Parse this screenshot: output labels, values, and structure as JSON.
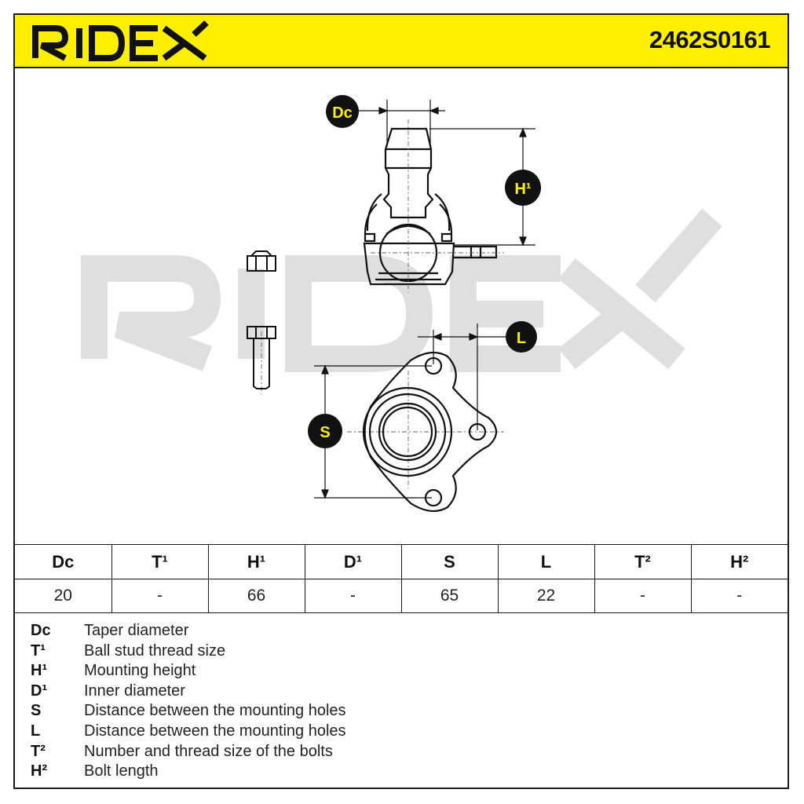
{
  "header": {
    "brand": "RIDEX",
    "part_number": "2462S0161",
    "brand_color": "#fff000"
  },
  "icons": {
    "logo": "ridex-logo",
    "watermark": "ridex-watermark"
  },
  "drawing": {
    "labels": {
      "dc": "Dc",
      "h1": "H¹",
      "l": "L",
      "s": "S"
    }
  },
  "spec_table": {
    "headers": [
      "Dc",
      "T¹",
      "H¹",
      "D¹",
      "S",
      "L",
      "T²",
      "H²"
    ],
    "values": [
      "20",
      "-",
      "66",
      "-",
      "65",
      "22",
      "-",
      "-"
    ]
  },
  "legend": [
    {
      "key": "Dc",
      "desc": "Taper diameter"
    },
    {
      "key": "T¹",
      "desc": "Ball stud thread size"
    },
    {
      "key": "H¹",
      "desc": "Mounting height"
    },
    {
      "key": "D¹",
      "desc": "Inner diameter"
    },
    {
      "key": "S",
      "desc": "Distance between the mounting holes"
    },
    {
      "key": "L",
      "desc": "Distance between the mounting holes"
    },
    {
      "key": "T²",
      "desc": "Number and thread size of the bolts"
    },
    {
      "key": "H²",
      "desc": "Bolt length"
    }
  ]
}
